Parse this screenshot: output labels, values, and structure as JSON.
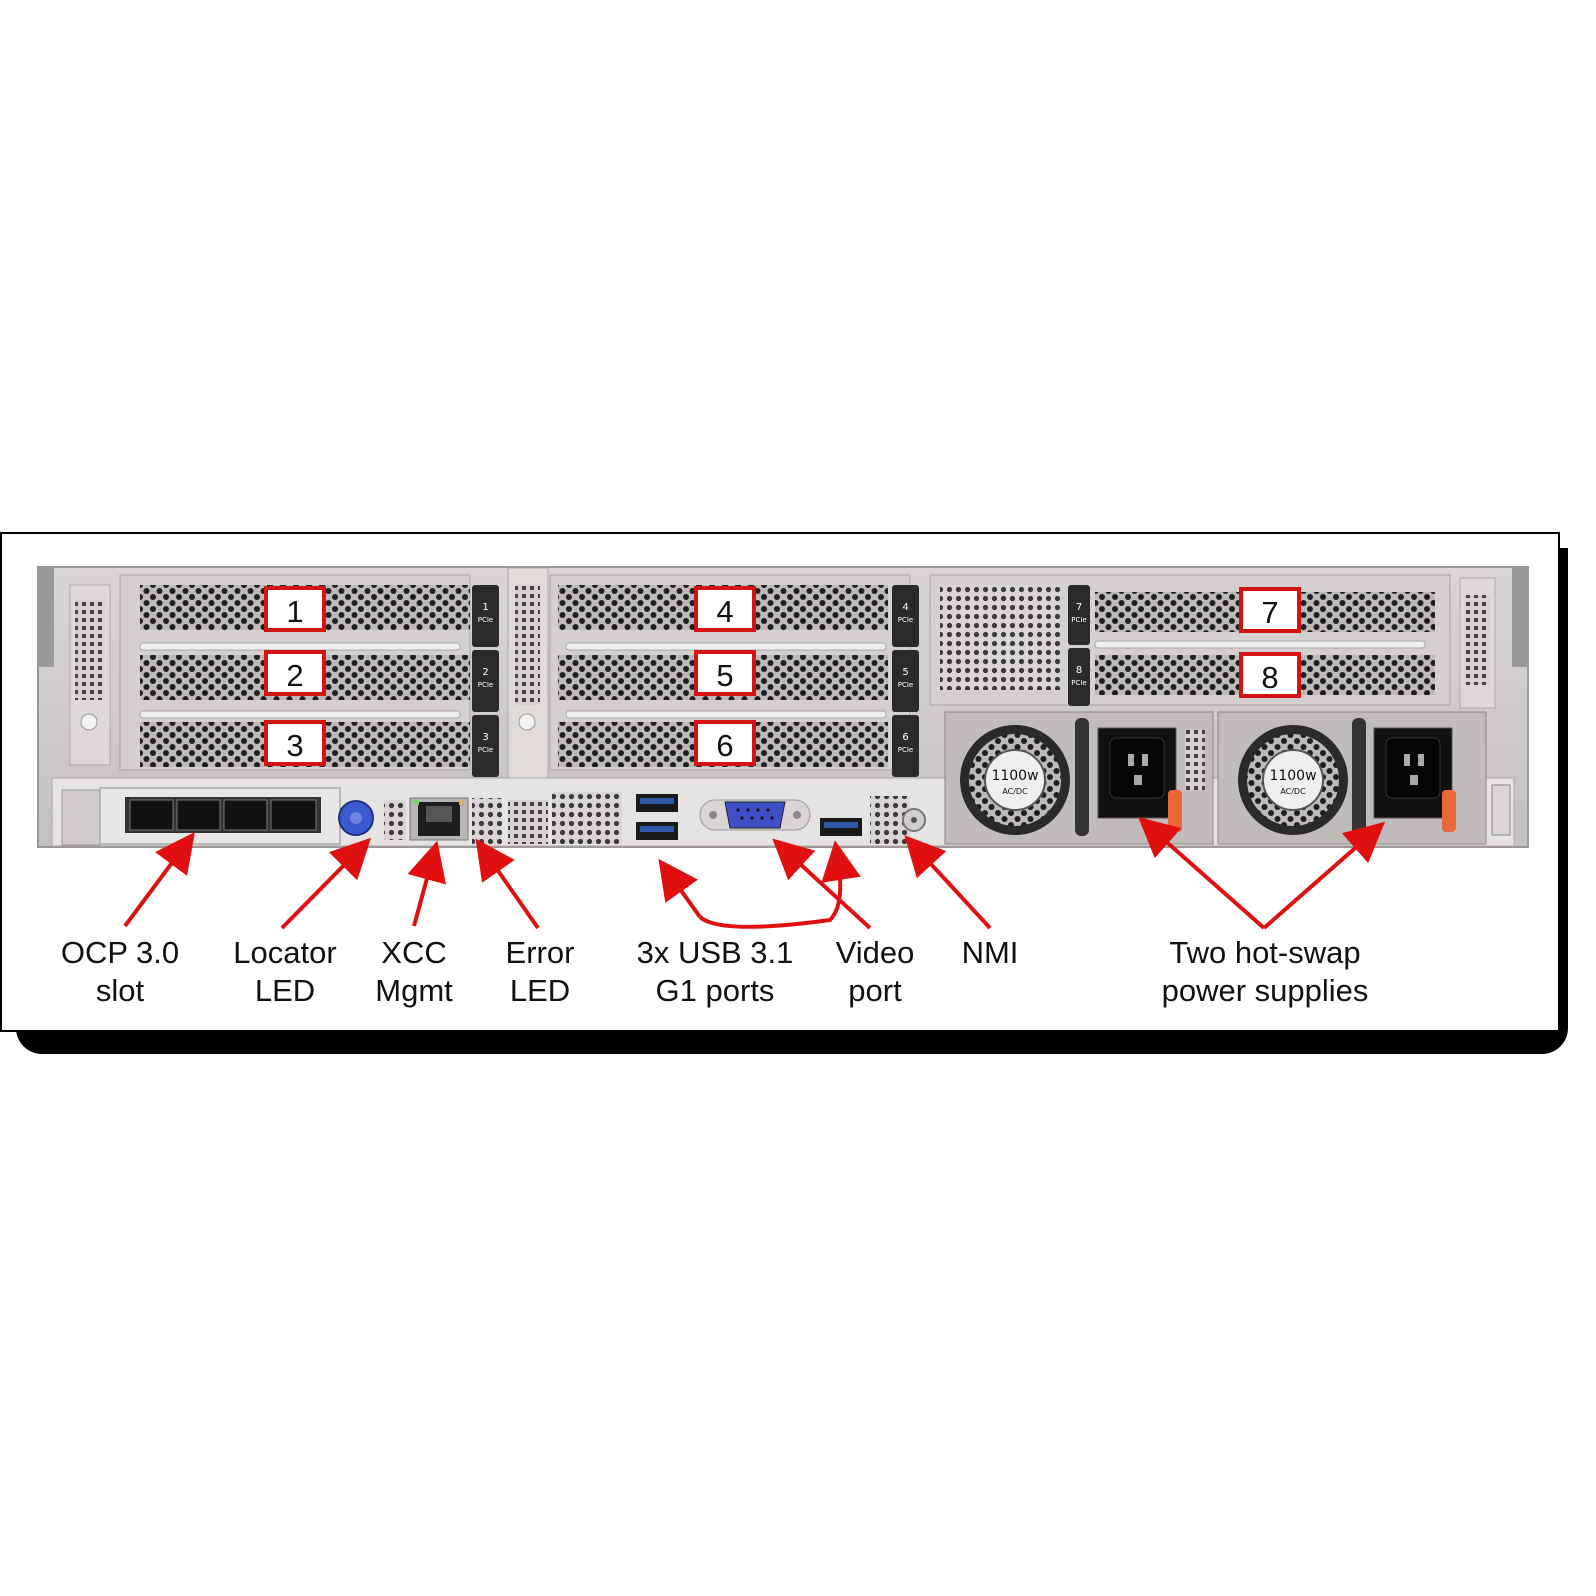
{
  "slots": [
    {
      "number": "1",
      "pcie_tag": "1",
      "pcie_word": "PCIe"
    },
    {
      "number": "2",
      "pcie_tag": "2",
      "pcie_word": "PCIe"
    },
    {
      "number": "3",
      "pcie_tag": "3",
      "pcie_word": "PCIe"
    },
    {
      "number": "4",
      "pcie_tag": "4",
      "pcie_word": "PCIe"
    },
    {
      "number": "5",
      "pcie_tag": "5",
      "pcie_word": "PCIe"
    },
    {
      "number": "6",
      "pcie_tag": "6",
      "pcie_word": "PCIe"
    },
    {
      "number": "7",
      "pcie_tag": "7",
      "pcie_word": "PCIe"
    },
    {
      "number": "8",
      "pcie_tag": "8",
      "pcie_word": "PCIe"
    }
  ],
  "psu": [
    {
      "watt": "1100w",
      "type": "AC/DC"
    },
    {
      "watt": "1100w",
      "type": "AC/DC"
    }
  ],
  "labels": {
    "ocp": {
      "line1": "OCP 3.0",
      "line2": "slot"
    },
    "locator": {
      "line1": "Locator",
      "line2": "LED"
    },
    "xcc": {
      "line1": "XCC",
      "line2": "Mgmt"
    },
    "error": {
      "line1": "Error",
      "line2": "LED"
    },
    "usb": {
      "line1": "3x USB 3.1",
      "line2": "G1 ports"
    },
    "video": {
      "line1": "Video",
      "line2": "port"
    },
    "nmi": {
      "line1": "NMI"
    },
    "psu": {
      "line1": "Two hot-swap",
      "line2": "power supplies"
    }
  },
  "colors": {
    "callout": "#e01010",
    "chassis": "#cfcccb",
    "mesh": "#222222",
    "locator_button": "#3a5ad0",
    "vga": "#3f4fc8",
    "usb": "#2e5aa8",
    "psu_latch": "#e8683a"
  }
}
